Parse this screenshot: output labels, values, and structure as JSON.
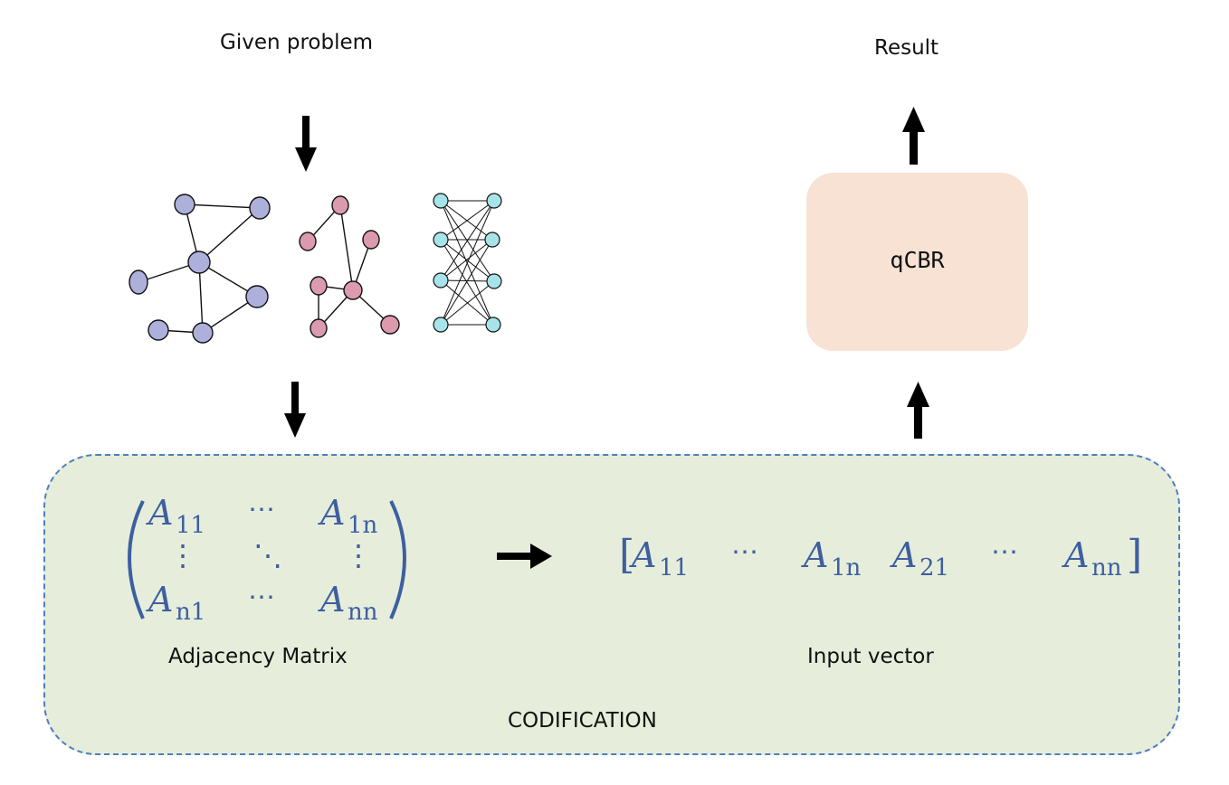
{
  "labels": {
    "given_problem": "Given problem",
    "result": "Result",
    "adjacency_matrix": "Adjacency Matrix",
    "input_vector": "Input vector",
    "codification": "CODIFICATION",
    "qcbr": "qCBR"
  },
  "matrix": {
    "top_left": "A",
    "top_left_sub": "11",
    "top_right": "A",
    "top_right_sub": "1n",
    "bottom_left": "A",
    "bottom_left_sub": "n1",
    "bottom_right": "A",
    "bottom_right_sub": "nn",
    "hdots": "⋯",
    "vdots": "⋮",
    "ddots": "⋱"
  },
  "vector": {
    "open": "[",
    "close": "]",
    "e1": "A",
    "e1_sub": "11",
    "e2": "A",
    "e2_sub": "1n",
    "e3": "A",
    "e3_sub": "21",
    "e4": "A",
    "e4_sub": "nn",
    "dots": "⋯"
  },
  "colors": {
    "codification_fill": "#e6eedb",
    "codification_border": "#4f7fbd",
    "qcbr_fill": "#f8e2d4",
    "graph1_nodes": "#aeb0dc",
    "graph2_nodes": "#dc9aae",
    "graph3_nodes": "#a7e4ea",
    "math_text": "#3e5fa0"
  }
}
